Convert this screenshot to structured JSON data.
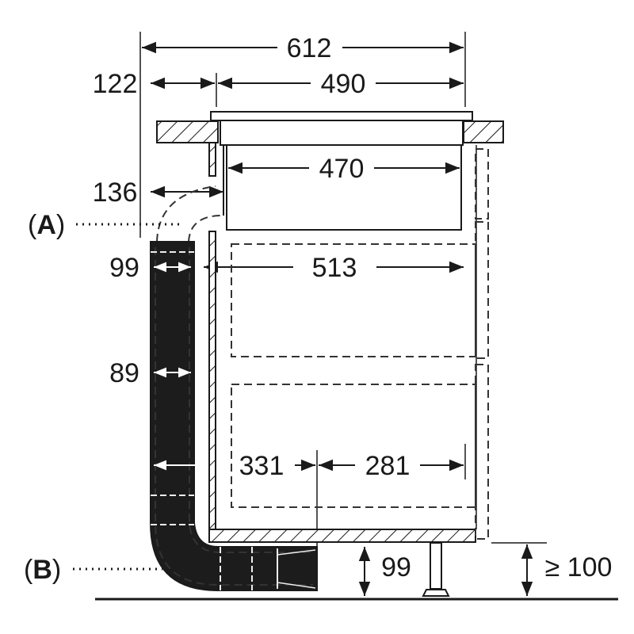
{
  "dimensions": {
    "overall_width": "612",
    "offset_left": "122",
    "cutout_width": "490",
    "body_width": "470",
    "duct_offset": "136",
    "duct_outer": "99",
    "cabinet_depth": "513",
    "duct_inner": "89",
    "dim_331": "331",
    "dim_281": "281",
    "plinth_duct_height": "99",
    "min_plinth_height": "≥ 100"
  },
  "callouts": {
    "a": {
      "open": "(",
      "letter": "A",
      "close": ")"
    },
    "b": {
      "open": "(",
      "letter": "B",
      "close": ")"
    }
  },
  "colors": {
    "line": "#1a1a1a",
    "duct": "#1c1c1c"
  }
}
